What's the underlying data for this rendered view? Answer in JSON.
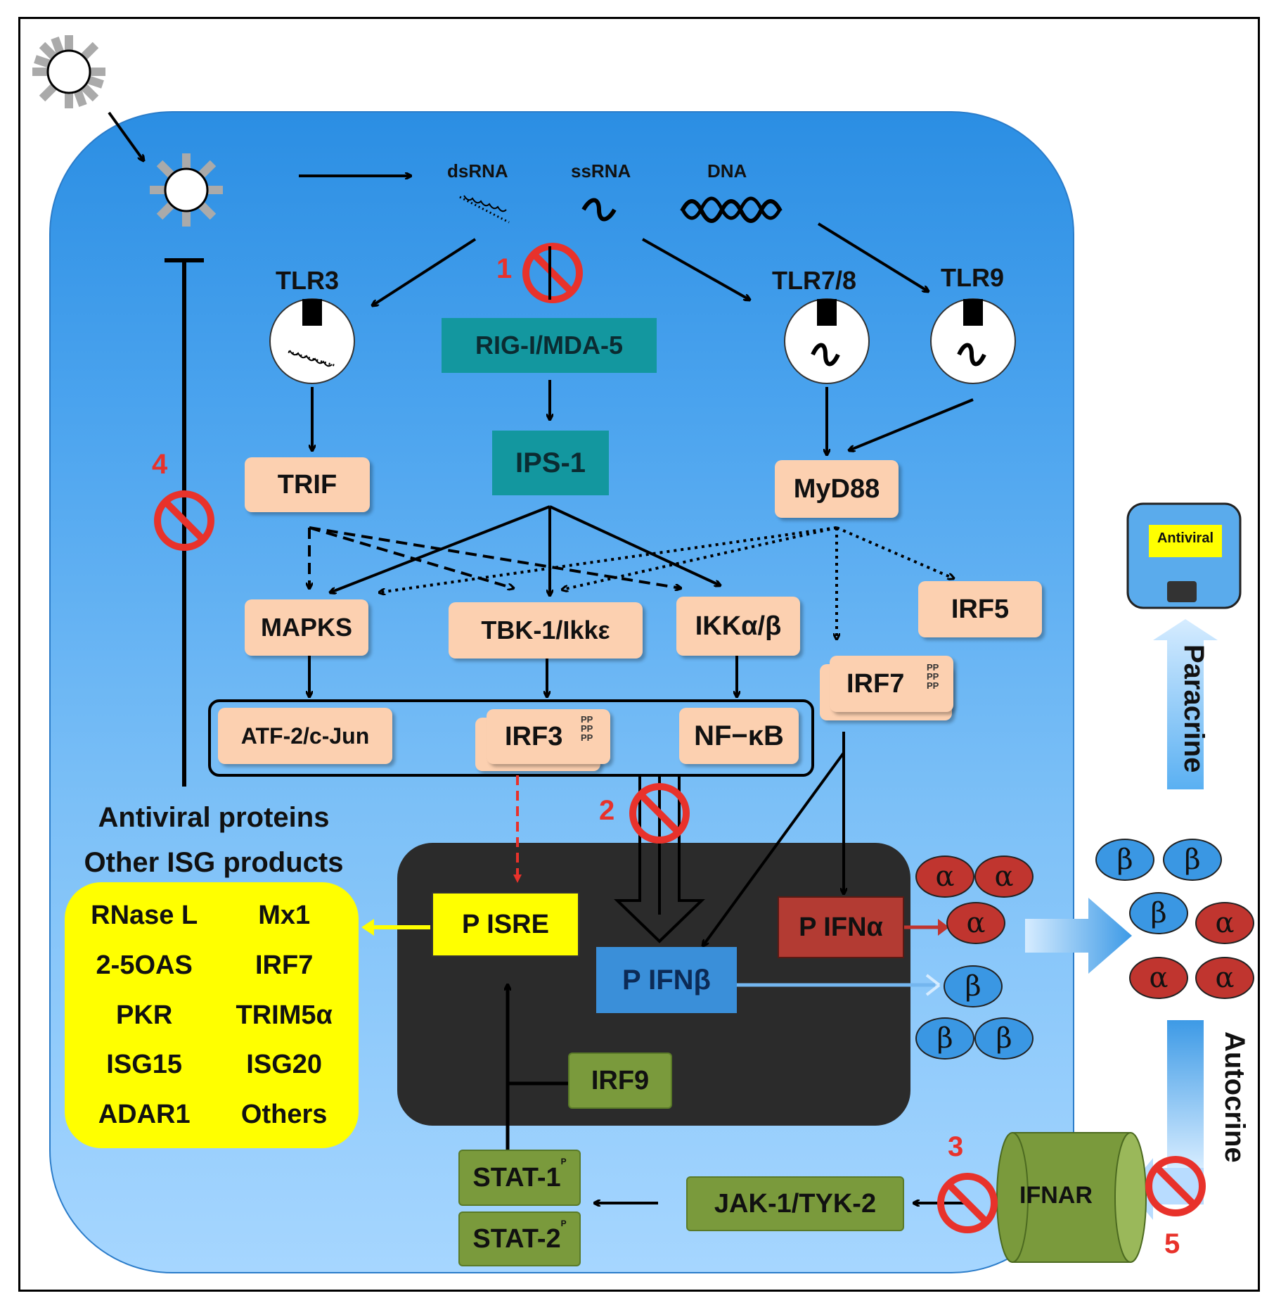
{
  "ligands": {
    "dsrna": "dsRNA",
    "ssrna": "ssRNA",
    "dna": "DNA"
  },
  "receptors": {
    "tlr3": "TLR3",
    "tlr78": "TLR7/8",
    "tlr9": "TLR9"
  },
  "sensors": {
    "rig": "RIG-I/MDA-5",
    "ips1": "IPS-1"
  },
  "adaptors": {
    "trif": "TRIF",
    "myd88": "MyD88"
  },
  "kinases": {
    "mapks": "MAPKS",
    "tbk1": "TBK-1/Ikkε",
    "ikk": "IKKα/β",
    "irf5": "IRF5",
    "irf7": "IRF7"
  },
  "tfs": {
    "atf2": "ATF-2/c-Jun",
    "irf3": "IRF3",
    "nfkb": "NF−κB"
  },
  "phospho": "P",
  "nucleus": {
    "pisre": "P ISRE",
    "pifnb": "P IFNβ",
    "pifna": "P IFNα",
    "irf9": "IRF9"
  },
  "signaling": {
    "stat1": "STAT-1",
    "stat2": "STAT-2",
    "jak": "JAK-1/TYK-2",
    "ifnar": "IFNAR"
  },
  "antiviral_label": [
    "Antiviral proteins",
    "Other ISG products"
  ],
  "isg_list": {
    "left": [
      "RNase L",
      "2-5OAS",
      "PKR",
      "ISG15",
      "ADAR1"
    ],
    "right": [
      "Mx1",
      "IRF7",
      "TRIM5α",
      "ISG20",
      "Others"
    ]
  },
  "ifn": {
    "alpha": "α",
    "beta": "β"
  },
  "target_cell": "Antiviral",
  "flows": {
    "paracrine": "Paracrine",
    "autocrine": "Autocrine"
  },
  "blocks": [
    "1",
    "2",
    "3",
    "4",
    "5"
  ],
  "colors": {
    "cell": "#4aa3ee",
    "peach": "#fcd0b0",
    "teal": "#13979f",
    "green": "#7a9a3c",
    "yellow": "#ffff00",
    "ifn_alpha": "#c0352f",
    "ifn_beta": "#3a97e3",
    "block_red": "#e8322b"
  }
}
